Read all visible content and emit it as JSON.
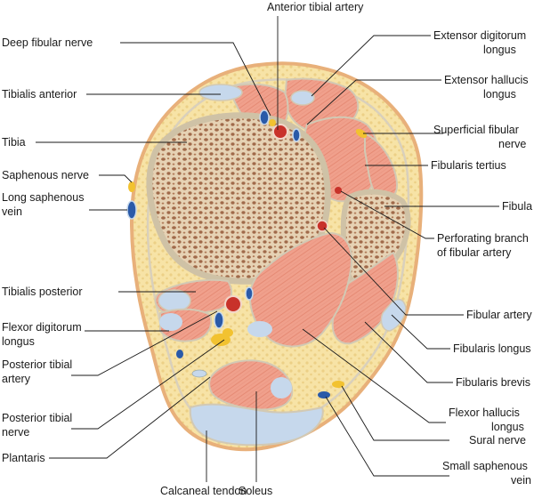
{
  "labels": {
    "anterior_tibial_artery": "Anterior tibial artery",
    "deep_fibular_nerve": "Deep fibular nerve",
    "tibialis_anterior": "Tibialis anterior",
    "tibia": "Tibia",
    "saphenous_nerve": "Saphenous nerve",
    "long_saphenous_vein_1": "Long saphenous",
    "long_saphenous_vein_2": "vein",
    "tibialis_posterior": "Tibialis posterior",
    "flexor_digitorum_longus_1": "Flexor digitorum",
    "flexor_digitorum_longus_2": "longus",
    "posterior_tibial_artery_1": "Posterior tibial",
    "posterior_tibial_artery_2": "artery",
    "posterior_tibial_nerve_1": "Posterior tibial",
    "posterior_tibial_nerve_2": "nerve",
    "plantaris": "Plantaris",
    "calcaneal_tendon": "Calcaneal tendon",
    "soleus": "Soleus",
    "extensor_digitorum_longus_1": "Extensor digitorum",
    "extensor_digitorum_longus_2": "longus",
    "extensor_hallucis_longus_1": "Extensor hallucis",
    "extensor_hallucis_longus_2": "longus",
    "superficial_fibular_nerve_1": "Superficial fibular",
    "superficial_fibular_nerve_2": "nerve",
    "fibularis_tertius": "Fibularis tertius",
    "fibula": "Fibula",
    "perforating_branch_1": "Perforating branch",
    "perforating_branch_2": "of fibular artery",
    "fibular_artery": "Fibular artery",
    "fibularis_longus": "Fibularis longus",
    "fibularis_brevis": "Fibularis brevis",
    "flexor_hallucis_longus_1": "Flexor hallucis",
    "flexor_hallucis_longus_2": "longus",
    "sural_nerve": "Sural nerve",
    "small_saphenous_vein_1": "Small saphenous",
    "small_saphenous_vein_2": "vein"
  },
  "colors": {
    "skin_outline": "#e8b07a",
    "subcutaneous_fat": "#f7e3a6",
    "fat_dots": "#e9c97a",
    "fascia": "#dcd6c4",
    "muscle": "#f0a08c",
    "muscle_fiber": "#e07860",
    "bone": "#e6d2b4",
    "bone_pore": "#a06a4a",
    "tendon": "#c6d8ec",
    "vein": "#2a5aa8",
    "artery": "#c8322a",
    "nerve": "#f2c230"
  }
}
